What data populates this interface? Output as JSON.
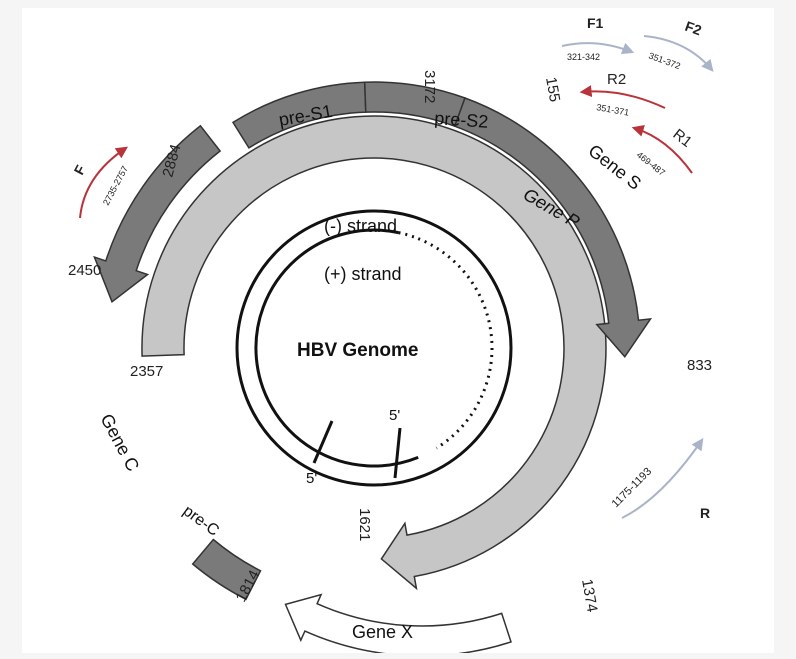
{
  "diagram": {
    "center_label": "HBV Genome",
    "strands": {
      "minus": "(-) strand",
      "plus": "(+) strand",
      "five_prime_a": "5'",
      "five_prime_b": "5'"
    },
    "genes": {
      "pre_s1": "pre-S1",
      "pre_s2": "pre-S2",
      "gene_s": "Gene S",
      "gene_p": "Gene P",
      "gene_c": "Gene C",
      "pre_c": "pre-C",
      "gene_x": "Gene X"
    },
    "positions": {
      "p3172": "3172",
      "p155": "155",
      "p2884": "2884",
      "p2450": "2450",
      "p2357": "2357",
      "p833": "833",
      "p1621": "1621",
      "p1814": "1814",
      "p1374": "1374"
    },
    "primers": {
      "F1": {
        "label": "F1",
        "range": "321-342"
      },
      "F2": {
        "label": "F2",
        "range": "351-372"
      },
      "R2": {
        "label": "R2",
        "range": "351-371"
      },
      "R1": {
        "label": "R1",
        "range": "469-487"
      },
      "F": {
        "label": "F",
        "range": "2735-2757"
      },
      "R": {
        "label": "R",
        "range": "1175-1193"
      }
    },
    "colors": {
      "dark_segment": "#7a7a7a",
      "light_segment": "#c6c6c6",
      "outline": "#333333",
      "red_arrow": "#b8333a",
      "blue_arrow": "#a9b4c9"
    }
  }
}
